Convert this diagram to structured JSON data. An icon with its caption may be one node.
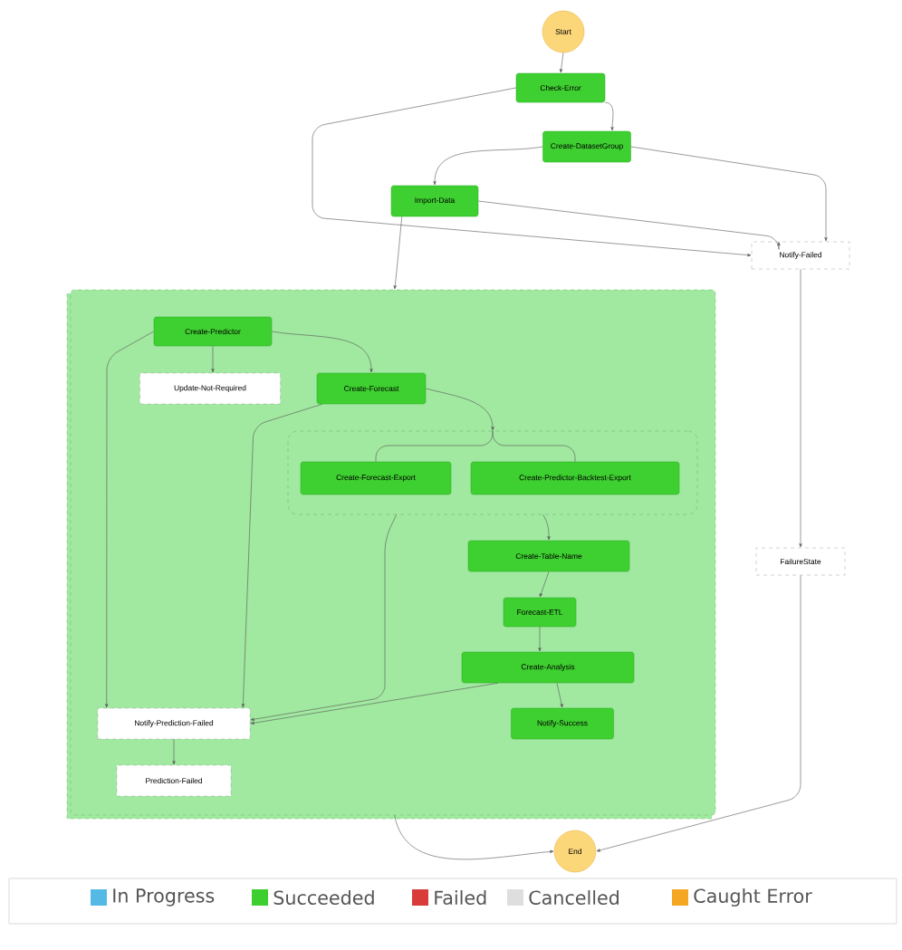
{
  "diagram": {
    "nodes": [
      {
        "text": [
          "Start"
        ]
      },
      {
        "text": [
          "Check-Error"
        ]
      },
      {
        "text": [
          "Create-DatasetGroup"
        ]
      },
      {
        "text": [
          "Import-Data"
        ]
      },
      {
        "text": [
          "Notify-Failed"
        ]
      },
      {
        "text": [],
        "shape": "box"
      },
      {
        "text": [
          "Create-Predictor"
        ],
        "in": 5
      },
      {
        "text": [
          "Update-Not-Required"
        ],
        "in": 5
      },
      {
        "text": [
          "Create-Forecast"
        ],
        "in": 5
      },
      {
        "text": [],
        "shape": "box",
        "in": 5
      },
      {
        "text": [
          "Create-Forecast-Export"
        ],
        "in": 9
      },
      {
        "text": [
          "Create-Predictor-Backtest-Export"
        ],
        "in": 9
      },
      {
        "text": [
          "Create-Table-Name"
        ],
        "in": 5
      },
      {
        "text": [
          "Forecast-ETL"
        ],
        "in": 5
      },
      {
        "text": [
          "Create-Analysis"
        ],
        "in": 5
      },
      {
        "text": [
          "Notify-Prediction-Failed"
        ],
        "in": 5
      },
      {
        "text": [
          "Notify-Success"
        ],
        "in": 5
      },
      {
        "text": [
          "Prediction-Failed"
        ],
        "in": 5
      },
      {
        "text": [
          "FailureState"
        ]
      },
      {
        "text": [
          "End"
        ]
      }
    ],
    "edges": [
      {
        "from": 0,
        "to": 1,
        "arrow": "to"
      },
      {
        "from": 1,
        "to": 2,
        "arrow": "to"
      },
      {
        "from": 1,
        "to": 4,
        "arrow": "to"
      },
      {
        "from": 2,
        "to": 3,
        "arrow": "to"
      },
      {
        "from": 2,
        "to": 4,
        "arrow": "to"
      },
      {
        "from": 3,
        "to": 4,
        "arrow": "to"
      },
      {
        "from": 3,
        "to": 5,
        "arrow": "to"
      },
      {
        "from": 4,
        "to": 18,
        "arrow": "to"
      },
      {
        "from": 6,
        "to": 7,
        "arrow": "to"
      },
      {
        "from": 6,
        "to": 8,
        "arrow": "to"
      },
      {
        "from": 6,
        "to": 15,
        "arrow": "to"
      },
      {
        "from": 8,
        "to": 9,
        "arrow": "to"
      },
      {
        "from": 8,
        "to": 15,
        "arrow": "to"
      },
      {
        "from": 9,
        "to": 10,
        "arrow": "none"
      },
      {
        "from": 9,
        "to": 11,
        "arrow": "none"
      },
      {
        "from": 9,
        "to": 12,
        "arrow": "to"
      },
      {
        "from": 9,
        "to": 15,
        "arrow": "to"
      },
      {
        "from": 12,
        "to": 13,
        "arrow": "to"
      },
      {
        "from": 13,
        "to": 14,
        "arrow": "to"
      },
      {
        "from": 14,
        "to": 15,
        "arrow": "to"
      },
      {
        "from": 14,
        "to": 16,
        "arrow": "to"
      },
      {
        "from": 15,
        "to": 17,
        "arrow": "to"
      },
      {
        "from": 5,
        "to": 19,
        "arrow": "to"
      },
      {
        "from": 18,
        "to": 19,
        "arrow": "to"
      }
    ],
    "legend": [
      {
        "text": "In Progress",
        "color": "#55b9e6"
      },
      {
        "text": "Succeeded",
        "color": "#3ccf2f"
      },
      {
        "text": "Failed",
        "color": "#d93a3a"
      },
      {
        "text": "Cancelled",
        "color": "#dedede"
      },
      {
        "text": "Caught Error",
        "color": "#f5a623"
      }
    ]
  }
}
